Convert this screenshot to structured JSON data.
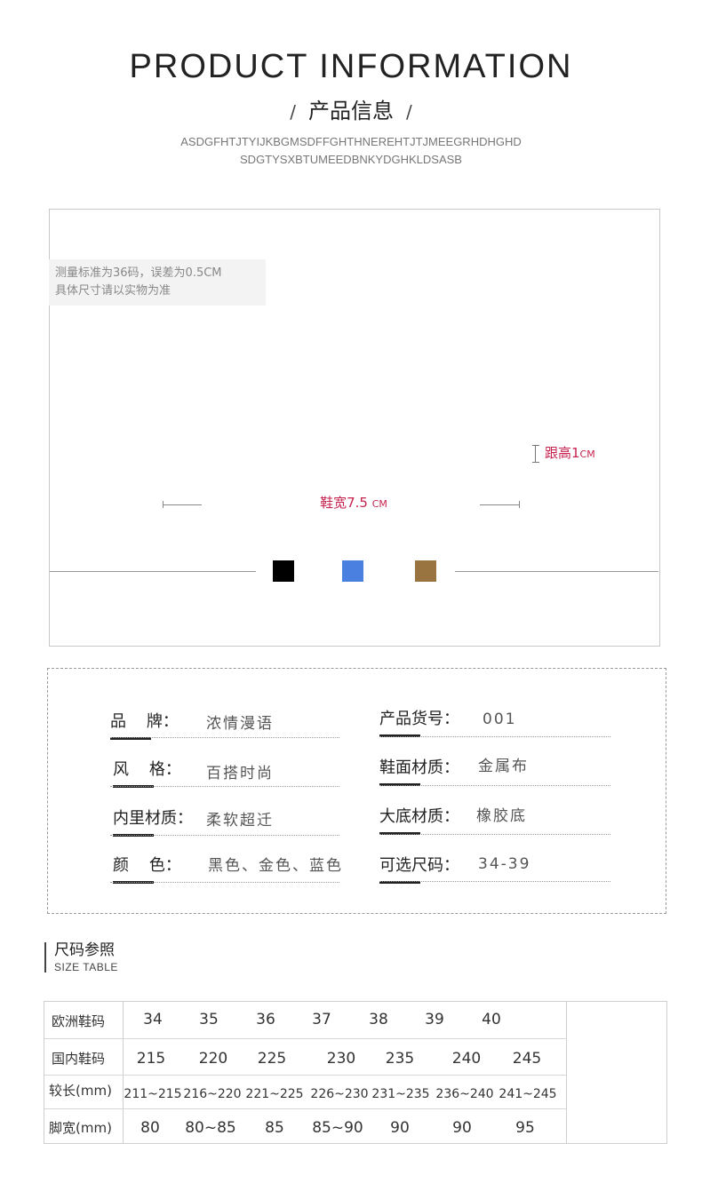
{
  "header": {
    "title": "PRODUCT  INFORMATION",
    "subtitle": "产品信息",
    "slash": "/",
    "letters_line1": "ASDGFHTJTYIJKBGMSDFFGHTHNEREHTJTJMEEGRHDHGHD",
    "letters_line2": "SDGTYSXBTUMEEDBNKYDGHKLDSASB"
  },
  "figure": {
    "note_line1": "测量标准为36码，误差为0.5CM",
    "note_line2": "具体尺寸请以实物为准",
    "heel_label": "跟高1",
    "heel_unit": "CM",
    "width_label": "鞋宽7.5",
    "width_unit": "CM",
    "swatches": [
      {
        "name": "black",
        "color": "#000000"
      },
      {
        "name": "blue",
        "color": "#4a80e0"
      },
      {
        "name": "brown",
        "color": "#9a7440"
      }
    ]
  },
  "info": {
    "rows": [
      {
        "left_label": "品    牌：",
        "left_value": "浓情漫语",
        "right_label": "产品货号：",
        "right_value": "001"
      },
      {
        "left_label": "风    格：",
        "left_value": "百搭时尚",
        "right_label": "鞋面材质：",
        "right_value": "金属布"
      },
      {
        "left_label": "内里材质：",
        "left_value": "柔软超迁",
        "right_label": "大底材质：",
        "right_value": "橡胶底"
      },
      {
        "left_label": "颜    色：",
        "left_value": "黑色、金色、蓝色",
        "right_label": "可选尺码：",
        "right_value": "34-39"
      }
    ]
  },
  "size_table": {
    "title": "尺码参照",
    "subtitle": "SIZE TABLE",
    "rows": [
      {
        "label": "欧洲鞋码",
        "cells": [
          "34",
          "35",
          "36",
          "37",
          "38",
          "39",
          "40"
        ]
      },
      {
        "label": "国内鞋码",
        "cells": [
          "215",
          "220",
          "225",
          "230",
          "235",
          "240",
          "245"
        ]
      },
      {
        "label": "较长(mm)",
        "cells": [
          "211~215",
          "216~220",
          "221~225",
          "226~230",
          "231~235",
          "236~240",
          "241~245"
        ]
      },
      {
        "label": "脚宽(mm)",
        "cells": [
          "80",
          "80~85",
          "85",
          "85~90",
          "90",
          "90",
          "95"
        ]
      }
    ]
  }
}
